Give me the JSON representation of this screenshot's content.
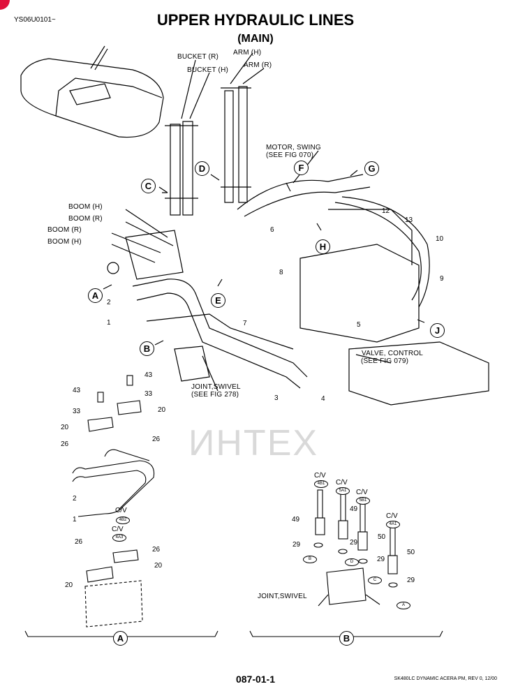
{
  "header": {
    "code": "YS06U0101~",
    "title": "UPPER HYDRAULIC LINES",
    "subtitle": "(MAIN)"
  },
  "labels": {
    "bucket_r": "BUCKET (R)",
    "bucket_h": "BUCKET (H)",
    "arm_h": "ARM (H)",
    "arm_r": "ARM (R)",
    "motor_swing": "MOTOR, SWING",
    "see_fig_070": "(SEE FIG 070)",
    "boom_h_1": "BOOM (H)",
    "boom_r_1": "BOOM (R)",
    "boom_r_2": "BOOM (R)",
    "boom_h_2": "BOOM (H)",
    "valve_control": "VALVE, CONTROL",
    "see_fig_079": "(SEE FIG 079)",
    "joint_swivel_upper": "JOINT,SWIVEL",
    "see_fig_278": "(SEE FIG 278)",
    "joint_swivel_lower": "JOINT,SWIVEL",
    "cv": "C/V"
  },
  "view_letters": [
    "A",
    "B",
    "C",
    "D",
    "E",
    "F",
    "G",
    "H",
    "J"
  ],
  "part_numbers_main": [
    "1",
    "2",
    "3",
    "4",
    "5",
    "6",
    "7",
    "8",
    "9",
    "10",
    "12",
    "13"
  ],
  "detail_a": {
    "label": "A",
    "parts": [
      "43",
      "43",
      "33",
      "33",
      "20",
      "20",
      "26",
      "26",
      "2",
      "1",
      "26",
      "26",
      "20",
      "20"
    ],
    "ports": [
      "4B2",
      "4A3"
    ]
  },
  "detail_b": {
    "label": "B",
    "parts": [
      "49",
      "49",
      "50",
      "50",
      "29",
      "29",
      "29",
      "29"
    ],
    "ports": [
      "4B1",
      "5A1",
      "5B1",
      "4A1"
    ],
    "swivel_ports": [
      "B",
      "D",
      "C",
      "A"
    ]
  },
  "watermark": "ИНТЕХ",
  "footer": {
    "page_number": "087-01-1",
    "revision": "SK480LC DYNAMIC ACERA PM, REV 0, 12/00"
  },
  "colors": {
    "ink": "#000000",
    "watermark": "#d9d9d9",
    "corner_mark": "#e0103a"
  }
}
